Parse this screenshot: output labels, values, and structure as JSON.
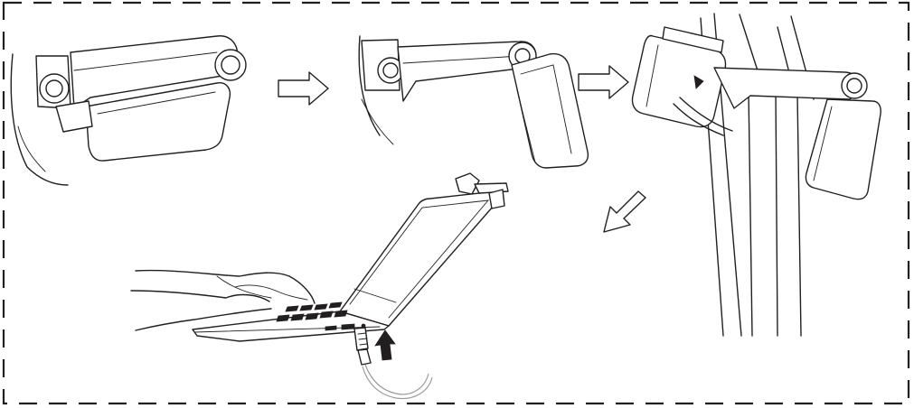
{
  "figure": {
    "description_steps": [
      "step-1-clip-folded",
      "step-2-clip-opened",
      "step-3-clip-on-screen",
      "step-4-connect-usb"
    ],
    "icons": {
      "arrow_right": "arrow-right-icon",
      "arrow_down_left": "arrow-down-left-icon",
      "arrow_up": "arrow-up-icon"
    },
    "colors": {
      "line": "#231f20",
      "border": "#231f20",
      "cable": "#9a9a9a",
      "background": "#ffffff"
    }
  }
}
